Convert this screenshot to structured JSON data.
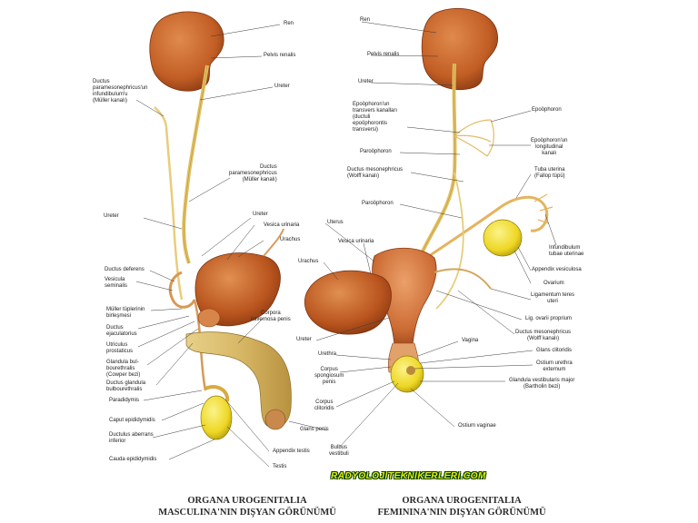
{
  "labels": {
    "ren_m": "Ren",
    "pelvis_m": "Pelvis renalis",
    "ureter_m_top": "Ureter",
    "muller_left": "Ductus\nparamesonephricus'un\ninfundibulum'u\n(Müller kanalı)",
    "muller_mid": "Ductus\nparamesonephricus\n(Müller kanalı)",
    "ureter_m_left": "Ureter",
    "ureter_m_mid": "Ureter",
    "vesica_m": "Vesica urinaria",
    "urachus_m": "Urachus",
    "deferens": "Ductus deferens",
    "vesicula": "Vesicula\nseminalis",
    "muller_tip": "Müller tüplerinin\nbirleşmesi",
    "ejac": "Ductus\nejaculatorius",
    "utric": "Utriculus\nprostaticus",
    "bulbo": "Glandula bul-\nbourethralis\n(Cowper bezi)",
    "ductus_gland": "Ductus glandula\nbulbourethralis",
    "corpora": "Corpora\ncavernosa penis",
    "paradid": "Paradidymis",
    "caput": "Caput epididymidis",
    "aberrans": "Ductulus aberrans\ninferior",
    "cauda": "Cauda epididymidis",
    "appendix_t": "Appendix testis",
    "testis": "Testis",
    "ren_f": "Ren",
    "pelvis_f": "Pelvis renalis",
    "ureter_f": "Ureter",
    "epo_trans": "Epoöphoron'un\ntransvers kanalları\n(ductuli\nepoöphorontis\ntransversi)",
    "parooph": "Paroöphoron",
    "mesoneph_f": "Ductus mesonephricus\n(Wolff kanalı)",
    "parooph2": "Paroöphoron",
    "uterus": "Uterus",
    "vesica_f": "Vesica urinaria",
    "urachus_f": "Urachus",
    "ureter_f_low": "Ureter",
    "urethra": "Urethra",
    "corpus_sp": "Corpus\nspongiosum\npenis",
    "corpus_cl": "Corpus\nclitoridis",
    "glans_p": "Glans penis",
    "bulbus": "Bulbus\nvestibuli",
    "epooph": "Epoöphoron",
    "epo_long": "Epoöphoron'un\nlongitudinal\nkanalı",
    "tuba": "Tuba uterina\n(Fallop tüpü)",
    "infund": "Infundibulum\ntubae uterinae",
    "append_v": "Appendix vesiculosa",
    "ovarium": "Ovarium",
    "lig_teres": "Ligamentum teres\nuteri",
    "lig_ovarii": "Lig. ovarii proprium",
    "vagina": "Vagina",
    "mesoneph_f2": "Ductus mesonephricus\n(Wolff kanalı)",
    "glans_cl": "Glans clitoridis",
    "ostium_ur": "Ostium urethra\nexternum",
    "gland_vest": "Glandula vestibularis major\n(Bartholin bezi)",
    "ostium_vag": "Ostium vaginae"
  },
  "titles": {
    "male": "ORGANA UROGENITALIA\nMASCULINA'NIN DIŞYAN GÖRÜNÜMÜ",
    "female": "ORGANA UROGENITALIA\nFEMININA'NIN DIŞYAN GÖRÜNÜMÜ"
  },
  "watermark": "RADYOLOJITEKNIKERLERI.COM",
  "colors": {
    "organ": "#c4622a",
    "duct": "#e6c56a",
    "yellow_gland": "#f2e02a",
    "leader": "#333333"
  }
}
